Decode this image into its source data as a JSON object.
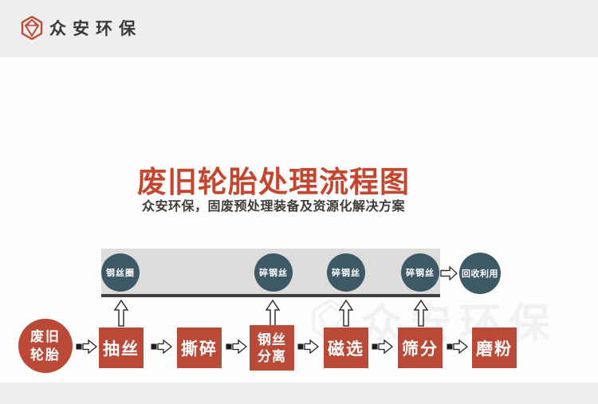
{
  "header": {
    "logo_text": "众安环保"
  },
  "hero": {
    "title": "废旧轮胎处理流程图",
    "subtitle": "众安环保，固废预处理装备及资源化解决方案"
  },
  "watermark": {
    "text": "众安环保"
  },
  "colors": {
    "accent_red": "#bb4937",
    "title_red": "#c5462e",
    "circle_teal": "#3d5966",
    "bar_gray": "#dcdcda",
    "line_dark": "#3f3f3f",
    "frame_gray": "#eeeeee"
  },
  "diagram": {
    "byproducts": [
      {
        "label": "钢丝圈"
      },
      {
        "label": "碎钢丝"
      },
      {
        "label": "碎钢丝"
      },
      {
        "label": "碎钢丝"
      }
    ],
    "recycle": {
      "label": "回收利用"
    },
    "source": {
      "line1": "废旧",
      "line2": "轮胎"
    },
    "steps": [
      {
        "label": "抽丝"
      },
      {
        "label": "撕碎"
      },
      {
        "label": "钢丝分离",
        "line1": "钢丝",
        "line2": "分离"
      },
      {
        "label": "磁选"
      },
      {
        "label": "筛分"
      },
      {
        "label": "磨粉"
      }
    ]
  }
}
